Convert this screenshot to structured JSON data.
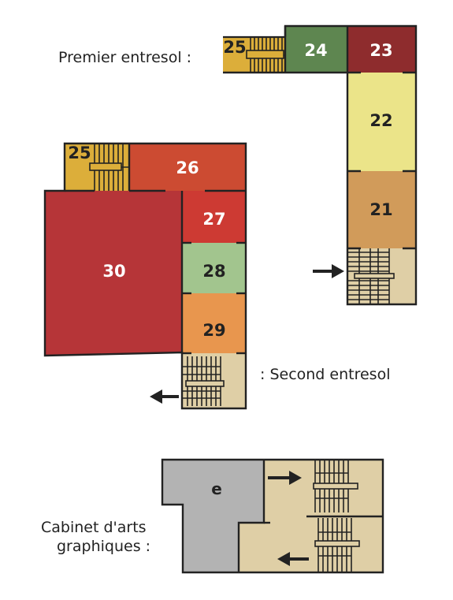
{
  "labels": {
    "first_mezzanine": "Premier entresol :",
    "second_mezzanine": ": Second entresol",
    "graphic_arts_line1": "Cabinet d'arts",
    "graphic_arts_line2": "graphiques :"
  },
  "rooms": {
    "r25a": "25",
    "r24": "24",
    "r23": "23",
    "r22": "22",
    "r21": "21",
    "r25b": "25",
    "r26": "26",
    "r27": "27",
    "r28": "28",
    "r29": "29",
    "r30": "30",
    "re": "e"
  },
  "colors": {
    "stair": "#dfcfa6",
    "yellow_gold": "#dcae3a",
    "green_dark": "#5e8650",
    "red_dark": "#8e2c2d",
    "yellow_light": "#ebe489",
    "tan": "#d19b5a",
    "orange_red": "#cc4b32",
    "red": "#cd3a33",
    "green_light": "#a2c58e",
    "orange": "#e8964e",
    "crimson": "#b63538",
    "grey": "#b3b3b3"
  }
}
